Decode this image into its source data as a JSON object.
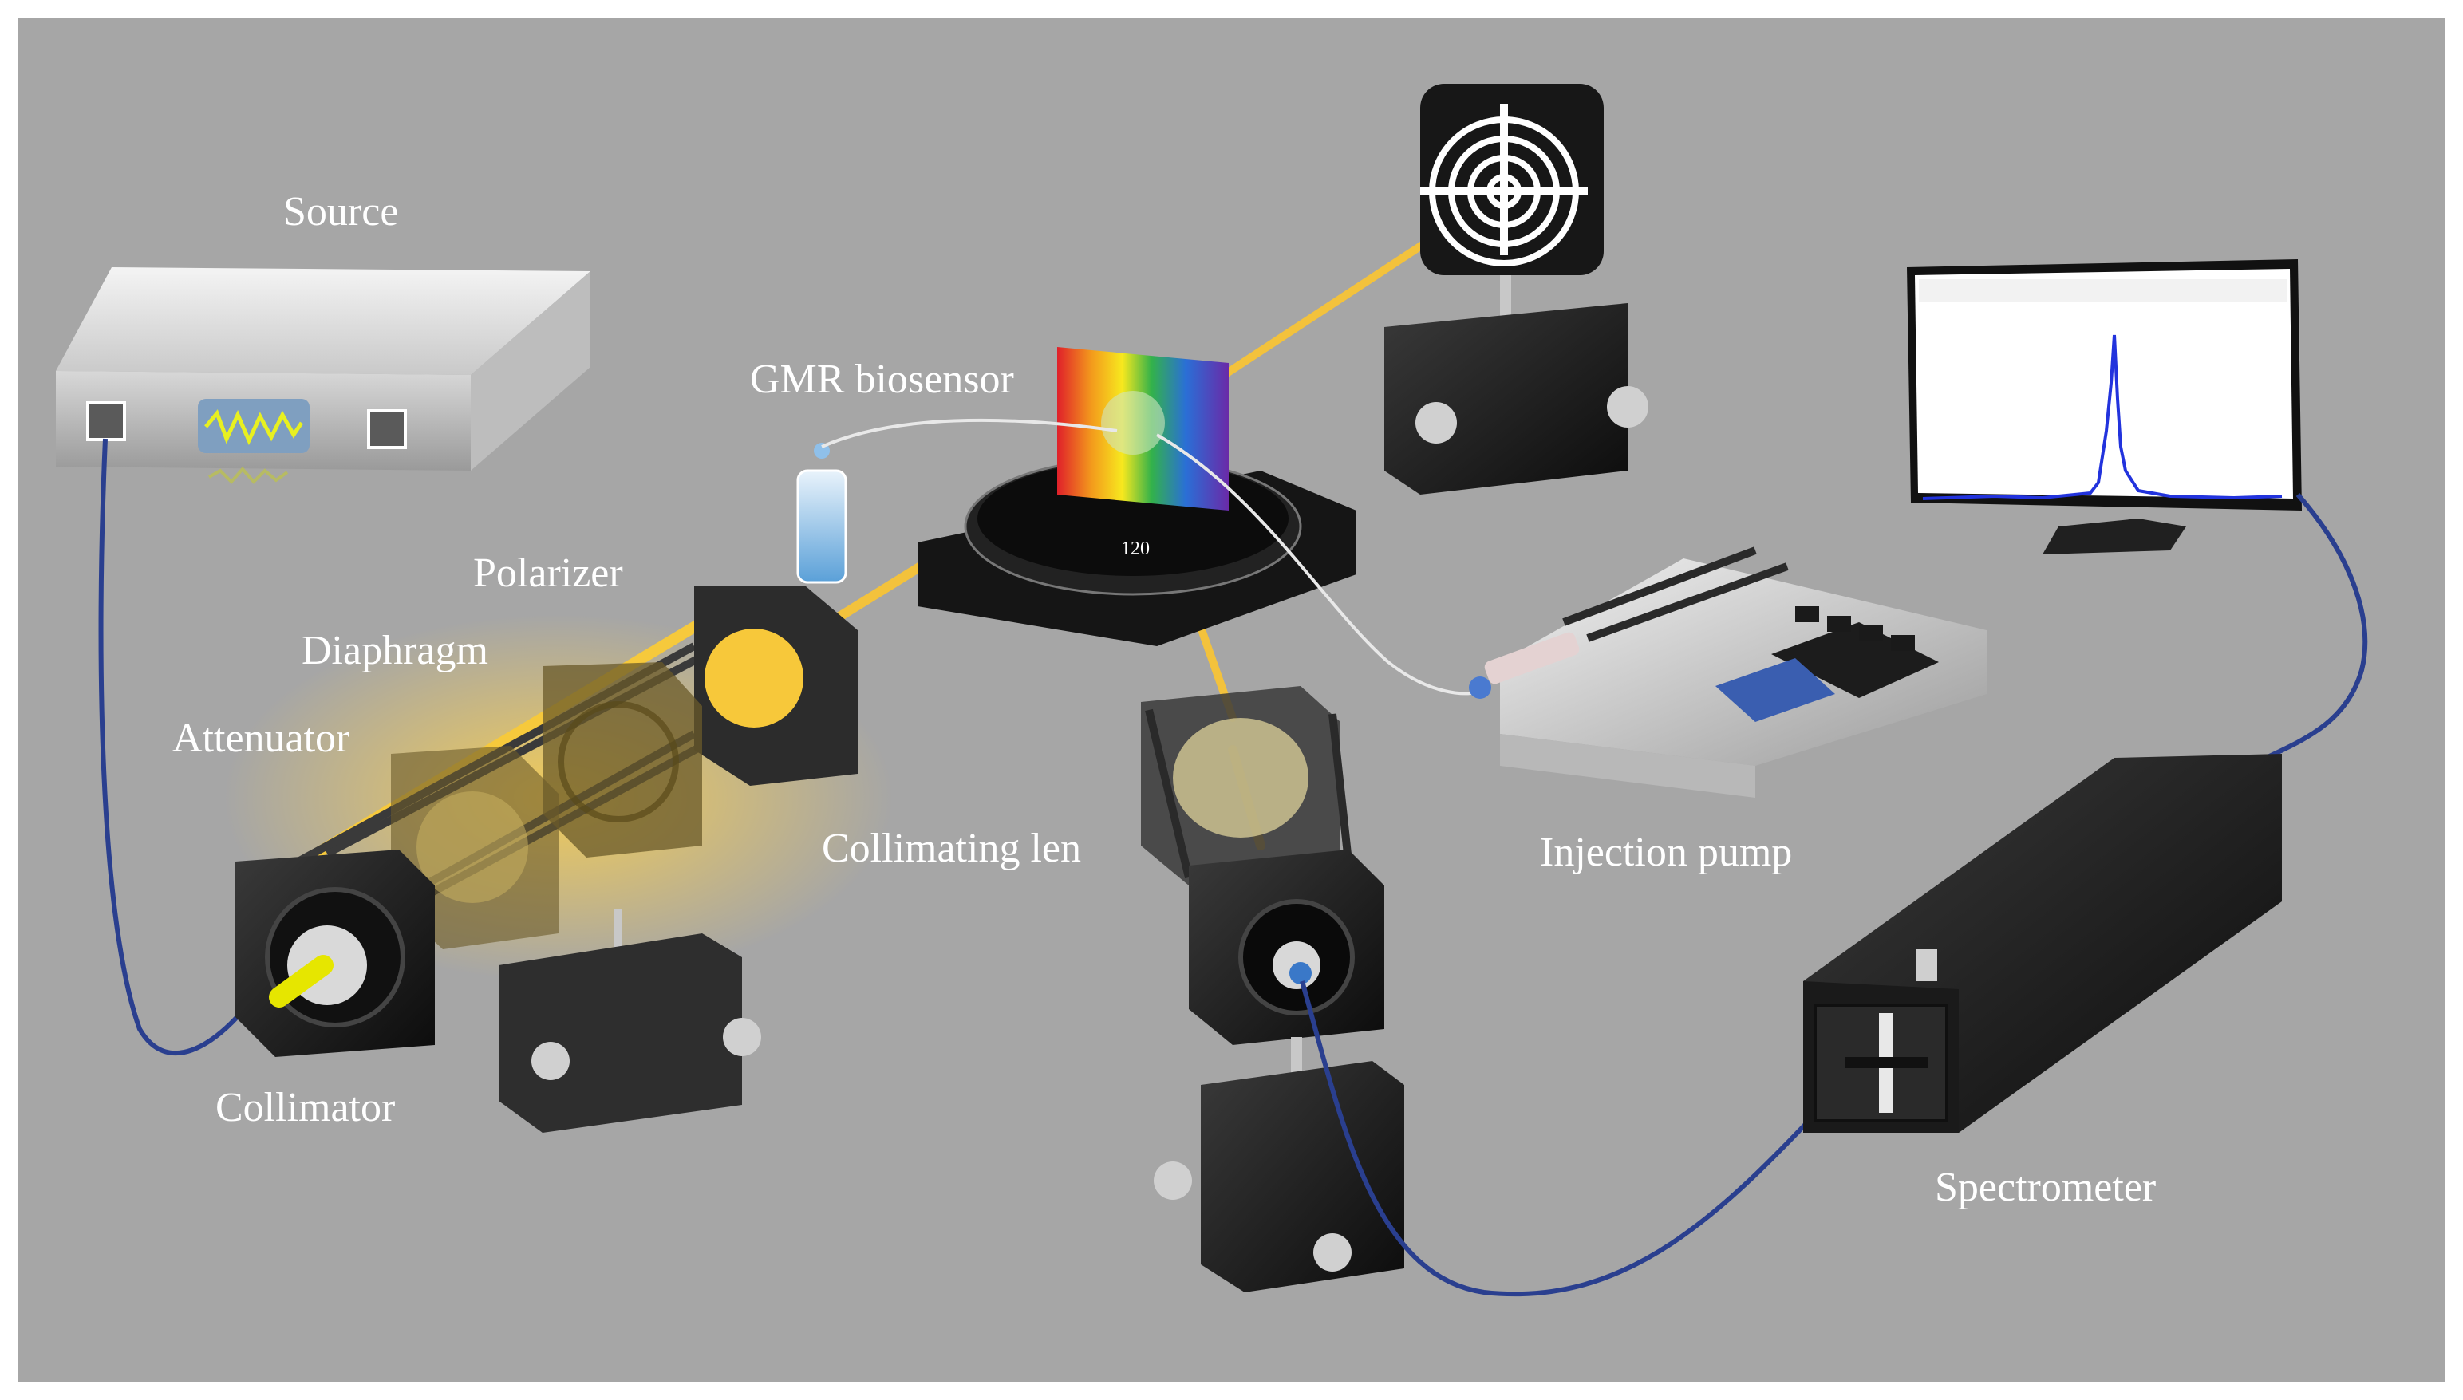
{
  "labels": {
    "source": "Source",
    "gmr_biosensor": "GMR biosensor",
    "polarizer": "Polarizer",
    "diaphragm": "Diaphragm",
    "attenuator": "Attenuator",
    "collimator": "Collimator",
    "collimating_len": "Collimating len",
    "injection_pump": "Injection pump",
    "spectrometer": "Spectrometer"
  },
  "rotation_stage": {
    "dial_reading": "120"
  },
  "colors": {
    "background": "#a6a6a6",
    "light_beam": "#f3c23c",
    "fiber": "#2a3f8f",
    "spectrum_line": "#2233dd",
    "device_body": "#1c1c1c"
  }
}
